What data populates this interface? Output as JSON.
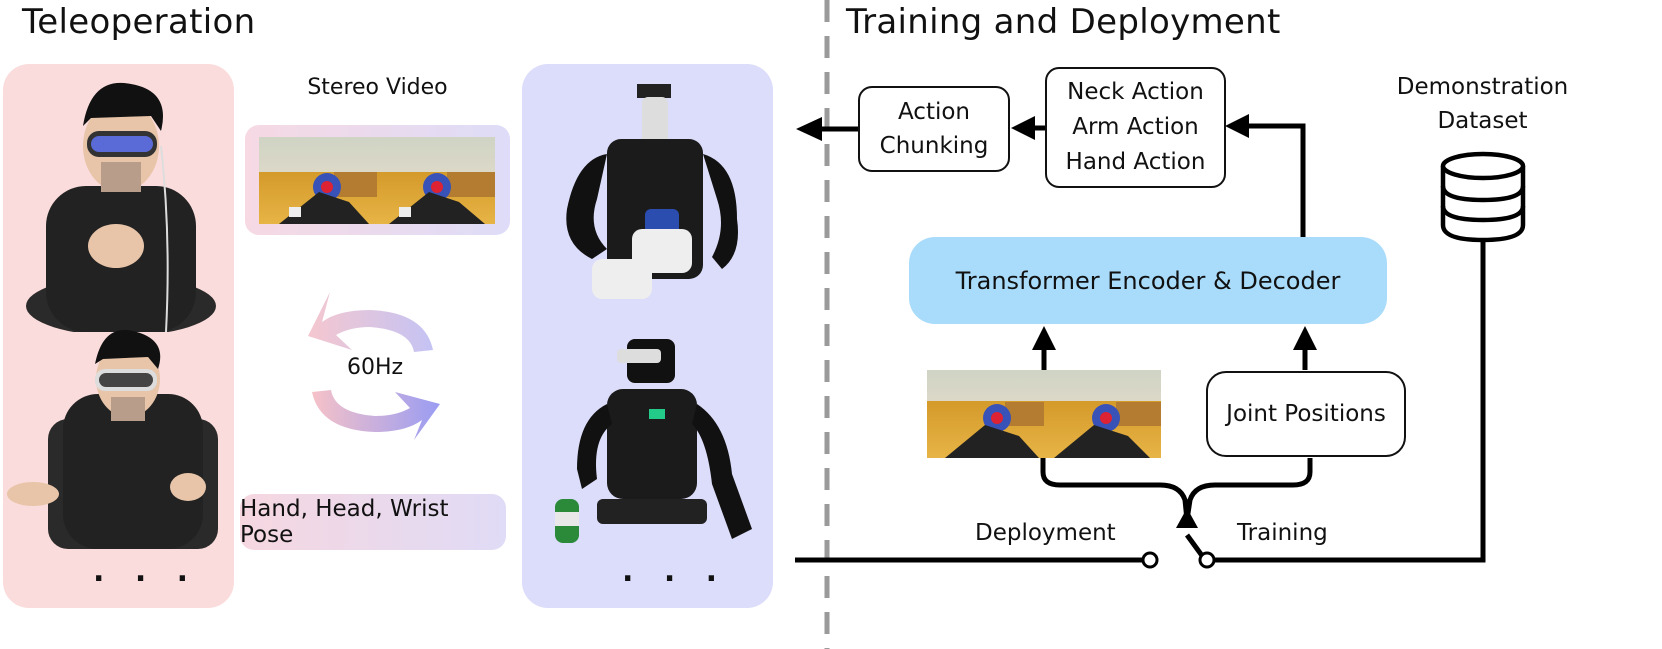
{
  "teleoperation": {
    "title": "Teleoperation",
    "stereo_video_label": "Stereo Video",
    "rate_label": "60Hz",
    "pose_label": "Hand, Head, Wrist Pose",
    "human_ellipsis": ". . .",
    "robot_ellipsis": ". . ."
  },
  "training": {
    "title": "Training and Deployment",
    "action_chunking": [
      "Action",
      "Chunking"
    ],
    "actions": [
      "Neck Action",
      "Arm Action",
      "Hand Action"
    ],
    "transformer": "Transformer Encoder & Decoder",
    "joint_positions": "Joint Positions",
    "dataset": [
      "Demonstration",
      "Dataset"
    ],
    "deployment_label": "Deployment",
    "training_label": "Training"
  },
  "colors": {
    "human_panel": "#fbdcdc",
    "robot_panel": "#dcdcfb",
    "transformer": "#a9dcfb",
    "divider": "#9a9a9a"
  }
}
